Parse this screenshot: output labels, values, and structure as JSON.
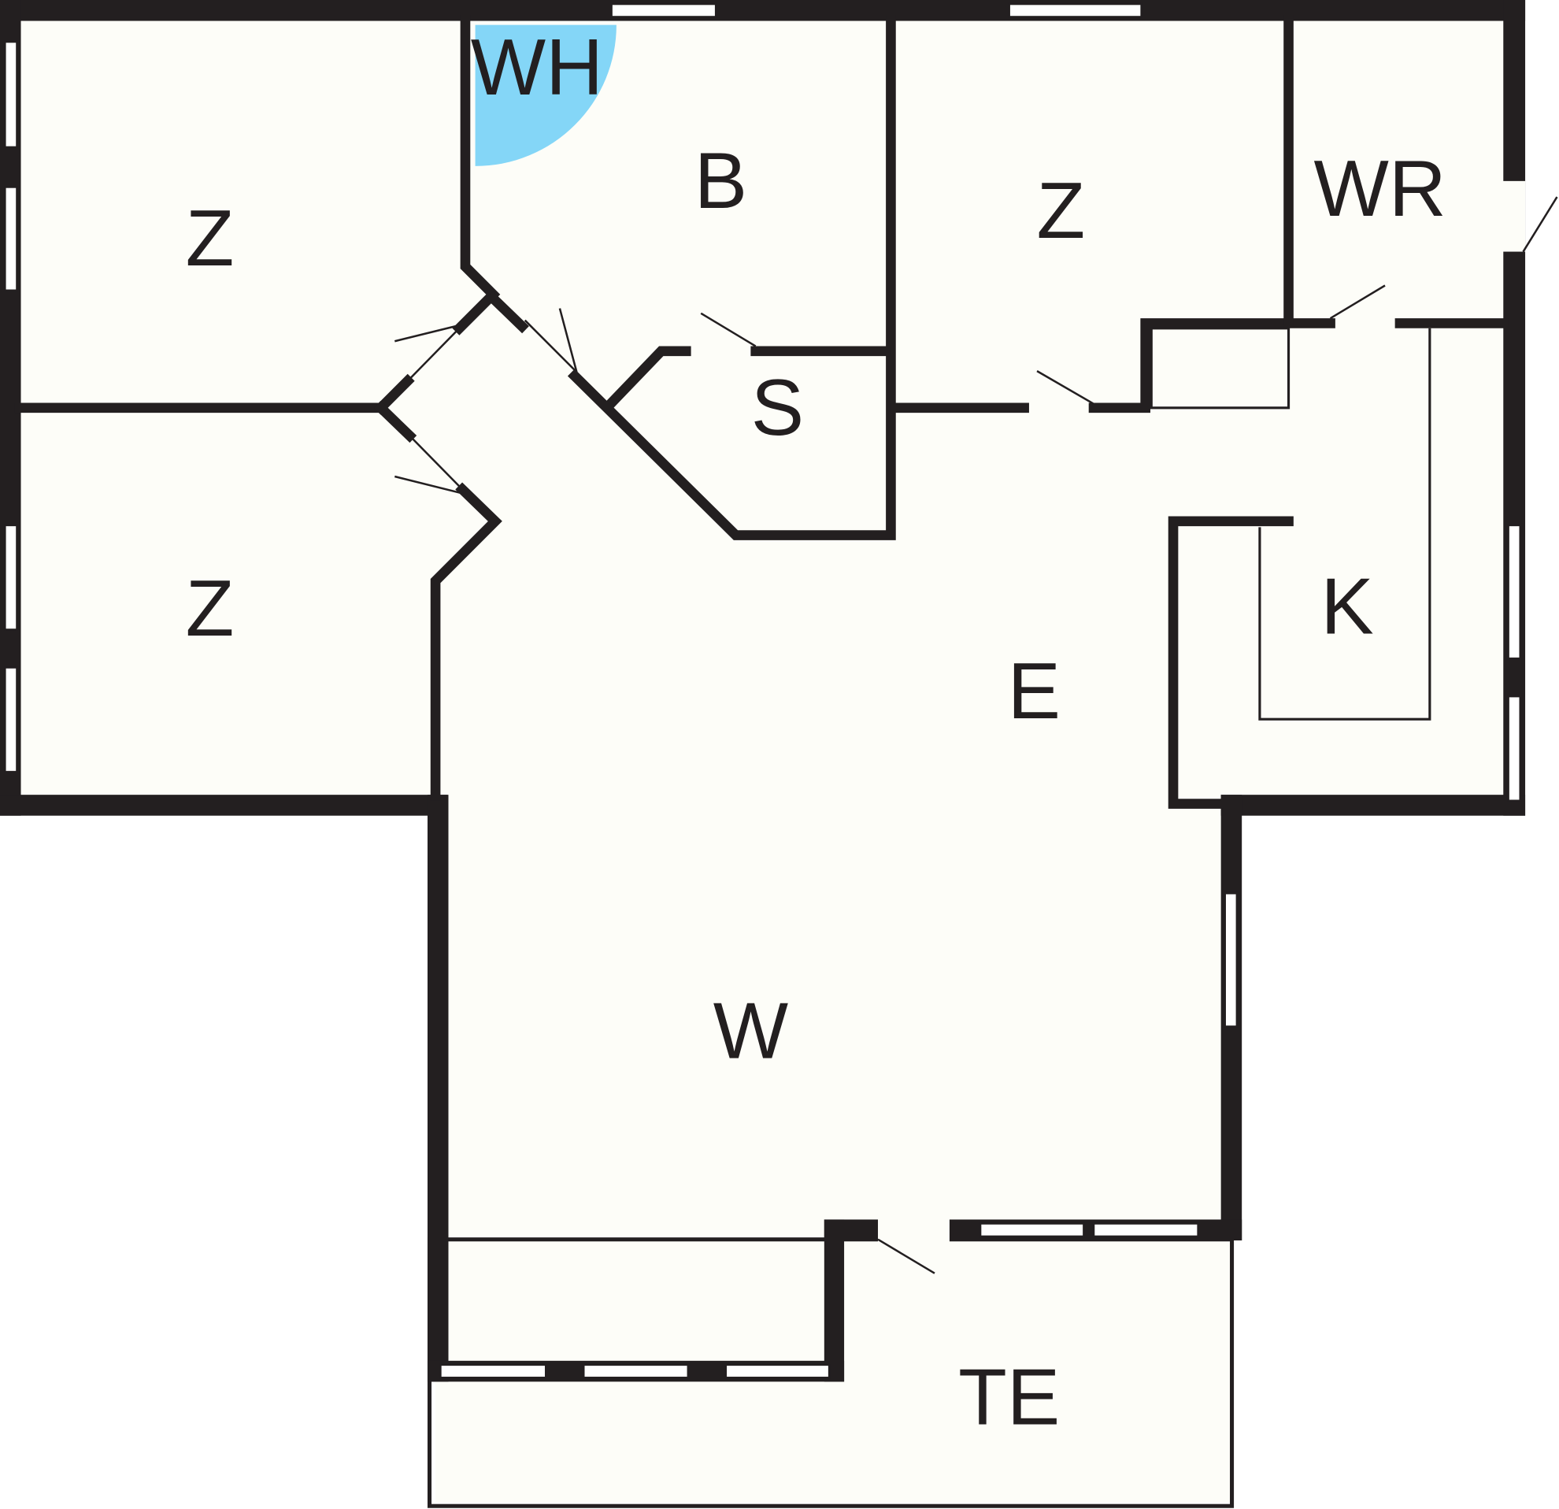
{
  "colors": {
    "wall": "#231f20",
    "floor": "#fdfdf8",
    "water_heater": "#84d6f7"
  },
  "rooms": [
    {
      "id": "room-z-top-left",
      "label": "Z"
    },
    {
      "id": "room-wh",
      "label": "WH"
    },
    {
      "id": "room-b",
      "label": "B"
    },
    {
      "id": "room-z-top-middle",
      "label": "Z"
    },
    {
      "id": "room-wr",
      "label": "WR"
    },
    {
      "id": "room-s",
      "label": "S"
    },
    {
      "id": "room-z-bottom-left",
      "label": "Z"
    },
    {
      "id": "room-e",
      "label": "E"
    },
    {
      "id": "room-k",
      "label": "K"
    },
    {
      "id": "room-w",
      "label": "W"
    },
    {
      "id": "room-te",
      "label": "TE"
    }
  ]
}
